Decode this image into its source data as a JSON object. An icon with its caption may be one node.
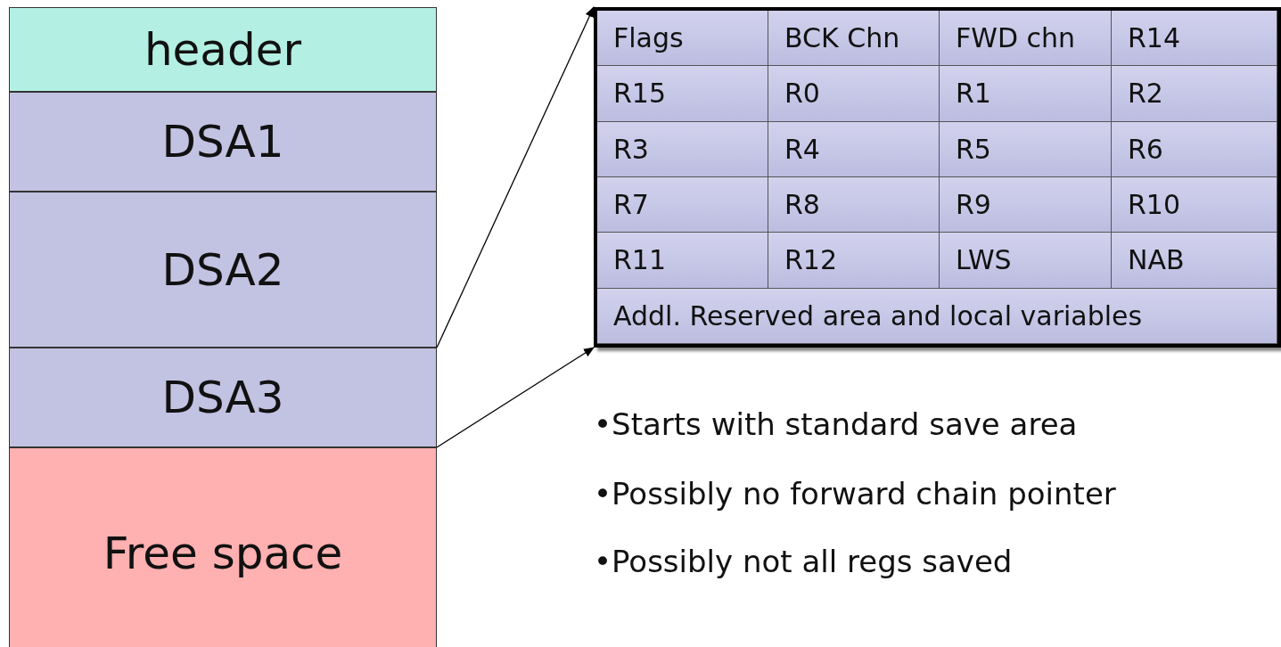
{
  "diagram": {
    "nodes": [
      {
        "text": [
          "header"
        ]
      },
      {
        "text": [
          "DSA1"
        ]
      },
      {
        "text": [
          "DSA2"
        ]
      },
      {
        "text": [
          "DSA3"
        ]
      },
      {
        "text": [
          "Free space"
        ]
      },
      {
        "text": [
          "Flags",
          "BCK Chn",
          "FWD chn",
          "R14",
          "R15",
          "R0",
          "R1",
          "R2",
          "R3",
          "R4",
          "R5",
          "R6",
          "R7",
          "R8",
          "R9",
          "R10",
          "R11",
          "R12",
          "LWS",
          "NAB",
          "Addl. Reserved area and local variables"
        ]
      }
    ],
    "edges": [
      {
        "from": 3,
        "to": 5,
        "arrow": "to"
      },
      {
        "from": 3,
        "to": 5,
        "arrow": "to"
      }
    ],
    "labels": [
      "•Starts with standard save area",
      "•Possibly no forward chain pointer",
      "•Possibly not all regs saved"
    ]
  }
}
